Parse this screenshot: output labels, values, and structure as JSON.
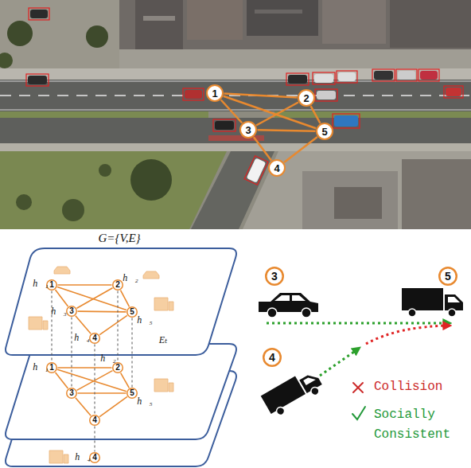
{
  "diagram": {
    "nodes": [
      {
        "text": [
          "1"
        ]
      },
      {
        "text": [
          "2"
        ]
      },
      {
        "text": [
          "3"
        ]
      },
      {
        "text": [
          "5"
        ]
      },
      {
        "text": [
          "4"
        ]
      },
      {
        "text": [
          "1"
        ]
      },
      {
        "text": [
          "2"
        ]
      },
      {
        "text": [
          "3"
        ]
      },
      {
        "text": [
          "5"
        ]
      },
      {
        "text": [
          "4"
        ]
      },
      {
        "text": [
          "1"
        ]
      },
      {
        "text": [
          "2"
        ]
      },
      {
        "text": [
          "3"
        ]
      },
      {
        "text": [
          "5"
        ]
      },
      {
        "text": [
          "4"
        ]
      },
      {
        "text": [
          "4"
        ]
      },
      {
        "text": [
          "3"
        ]
      },
      {
        "text": [
          "5"
        ]
      },
      {
        "text": [
          "4"
        ]
      }
    ],
    "edges": [
      {
        "from": 0,
        "to": 1,
        "arrow": "none"
      },
      {
        "from": 0,
        "to": 2,
        "arrow": "none"
      },
      {
        "from": 0,
        "to": 3,
        "arrow": "none"
      },
      {
        "from": 1,
        "to": 2,
        "arrow": "none"
      },
      {
        "from": 1,
        "to": 3,
        "arrow": "none"
      },
      {
        "from": 2,
        "to": 3,
        "arrow": "none"
      },
      {
        "from": 2,
        "to": 4,
        "arrow": "none"
      },
      {
        "from": 3,
        "to": 4,
        "arrow": "none"
      },
      {
        "from": 5,
        "to": 6,
        "arrow": "none"
      },
      {
        "from": 5,
        "to": 7,
        "arrow": "none"
      },
      {
        "from": 5,
        "to": 8,
        "arrow": "none"
      },
      {
        "from": 6,
        "to": 7,
        "arrow": "none"
      },
      {
        "from": 6,
        "to": 8,
        "arrow": "none"
      },
      {
        "from": 7,
        "to": 8,
        "arrow": "none"
      },
      {
        "from": 7,
        "to": 9,
        "arrow": "none"
      },
      {
        "from": 8,
        "to": 9,
        "arrow": "none"
      },
      {
        "from": 10,
        "to": 11,
        "arrow": "none"
      },
      {
        "from": 10,
        "to": 12,
        "arrow": "none"
      },
      {
        "from": 10,
        "to": 13,
        "arrow": "none"
      },
      {
        "from": 11,
        "to": 12,
        "arrow": "none"
      },
      {
        "from": 11,
        "to": 13,
        "arrow": "none"
      },
      {
        "from": 12,
        "to": 13,
        "arrow": "none"
      },
      {
        "from": 12,
        "to": 14,
        "arrow": "none"
      },
      {
        "from": 13,
        "to": 14,
        "arrow": "none"
      },
      {
        "from": 5,
        "to": 10,
        "arrow": "none"
      },
      {
        "from": 6,
        "to": 11,
        "arrow": "none"
      },
      {
        "from": 7,
        "to": 12,
        "arrow": "none"
      },
      {
        "from": 8,
        "to": 13,
        "arrow": "none"
      },
      {
        "from": 9,
        "to": 14,
        "arrow": "none"
      },
      {
        "from": 14,
        "to": 15,
        "arrow": "none"
      }
    ],
    "labels": [
      "G={V,E}",
      "h⃗₁",
      "h⃗₂",
      "h⃗₃",
      "h⃗₅",
      "h⃗₄",
      "Eₜ",
      "h⃗₁",
      "h⃗₂",
      "h⃗₅",
      "h⃗₄",
      "Collision",
      "Socially Consistent"
    ]
  }
}
